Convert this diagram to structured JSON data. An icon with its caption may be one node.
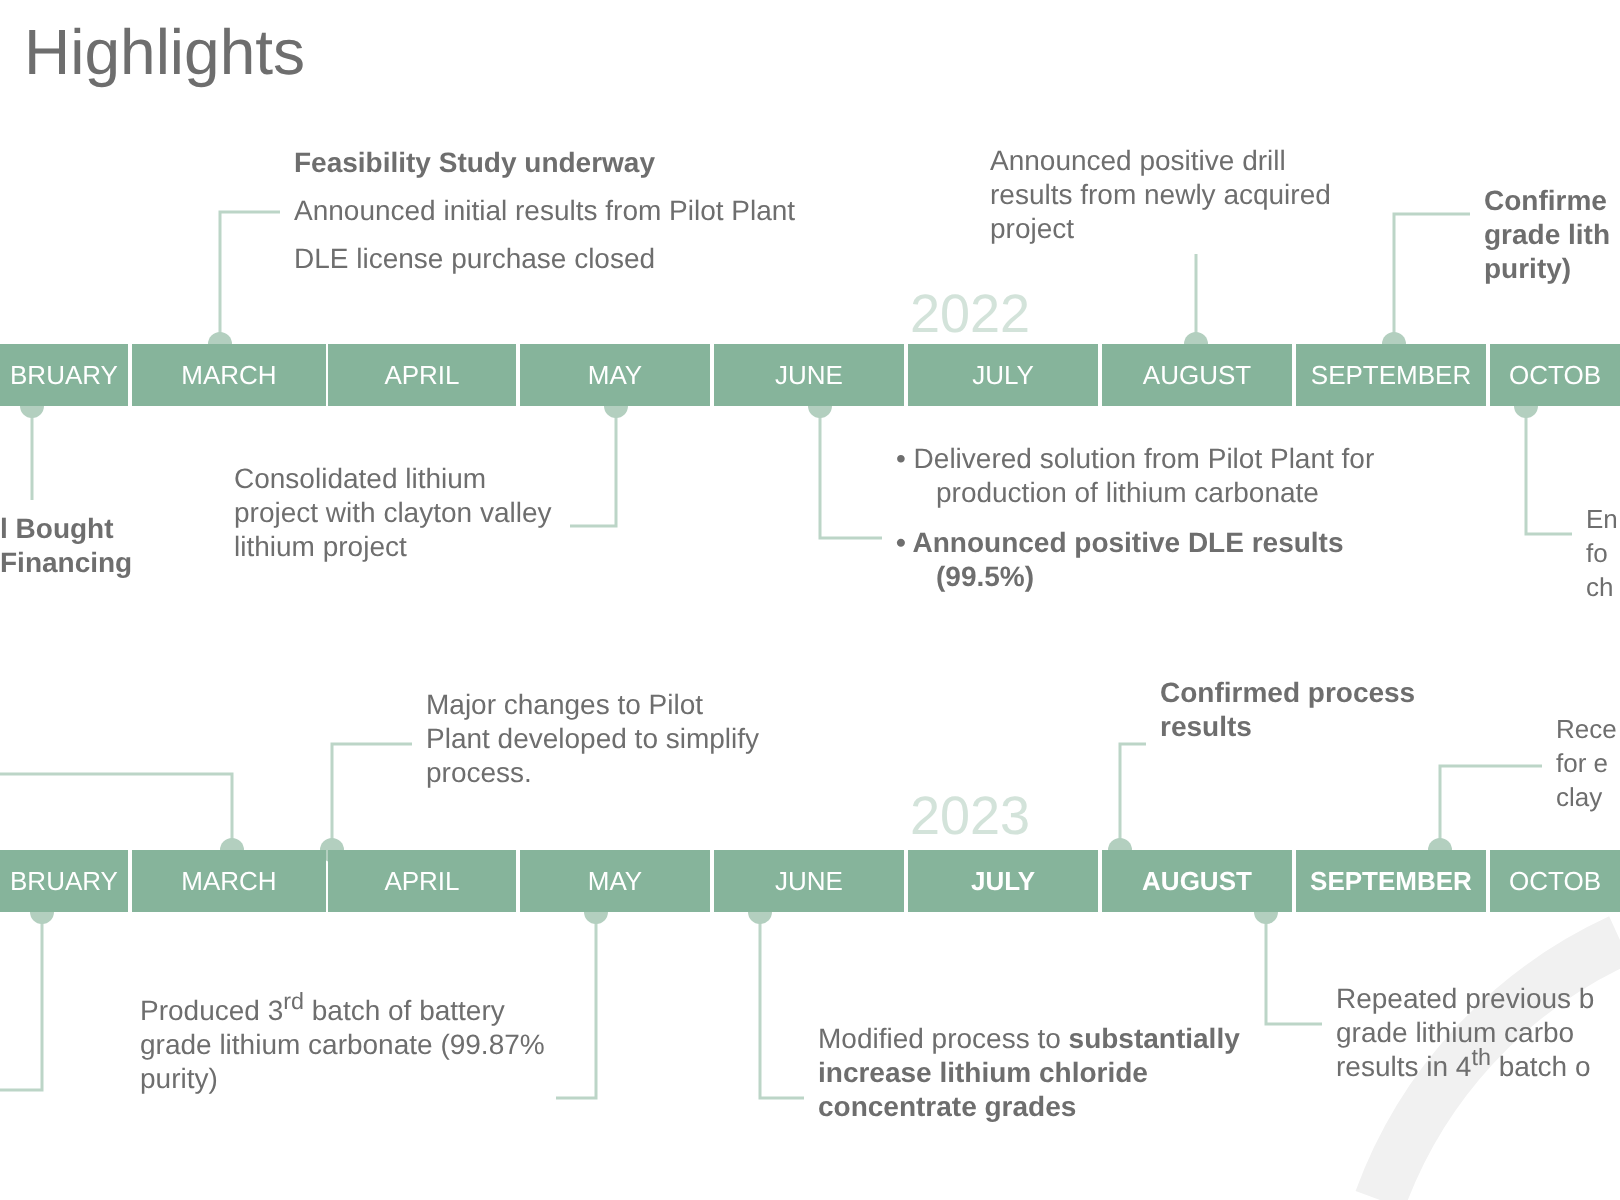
{
  "diagram": {
    "title": "Highlights",
    "nodes": [
      {
        "text": [
          "BRUARY"
        ]
      },
      {
        "text": [
          "MARCH"
        ]
      },
      {
        "text": [
          "APRIL"
        ]
      },
      {
        "text": [
          "MAY"
        ]
      },
      {
        "text": [
          "JUNE"
        ]
      },
      {
        "text": [
          "JULY"
        ]
      },
      {
        "text": [
          "AUGUST"
        ]
      },
      {
        "text": [
          "SEPTEMBER"
        ]
      },
      {
        "text": [
          "OCTOB"
        ]
      },
      {
        "text": [
          "BRUARY"
        ]
      },
      {
        "text": [
          "MARCH"
        ]
      },
      {
        "text": [
          "APRIL"
        ]
      },
      {
        "text": [
          "MAY"
        ]
      },
      {
        "text": [
          "JUNE"
        ]
      },
      {
        "text": [
          "JULY"
        ]
      },
      {
        "text": [
          "AUGUST"
        ]
      },
      {
        "text": [
          "SEPTEMBER"
        ]
      },
      {
        "text": [
          "OCTOB"
        ]
      },
      {
        "text": [
          "Feasibility Study underway",
          "Announced initial results from Pilot Plant",
          "DLE license purchase closed"
        ]
      },
      {
        "text": [
          "Announced positive drill results from newly acquired project"
        ]
      },
      {
        "text": [
          "Confirme grade lith purity)"
        ]
      },
      {
        "text": [
          "l Bought Financing"
        ]
      },
      {
        "text": [
          "Consolidated lithium project with clayton valley lithium project"
        ]
      },
      {
        "text": [
          "• Delivered solution from Pilot Plant for production of lithium carbonate",
          "• Announced positive DLE results (99.5%)"
        ]
      },
      {
        "text": [
          "En fo ch"
        ]
      },
      {
        "text": [
          "Major changes to Pilot Plant developed to simplify process."
        ]
      },
      {
        "text": [
          "Confirmed process results"
        ]
      },
      {
        "text": [
          "Rece for e clay"
        ]
      },
      {
        "text": [
          "Produced 3$^{rd}$ batch of battery grade lithium carbonate (99.87% purity)"
        ]
      },
      {
        "text": [
          "Modified process to **substantially increase lithium chloride concentrate grades**"
        ]
      },
      {
        "text": [
          "Repeated previous b grade lithium carbo results in 4$^{th}$ batch o"
        ]
      }
    ],
    "edges": [
      {
        "from": 1,
        "to": 18,
        "arrow": "other"
      },
      {
        "from": 6,
        "to": 19,
        "arrow": "other"
      },
      {
        "from": 7,
        "to": 20,
        "arrow": "other"
      },
      {
        "from": 0,
        "to": 21,
        "arrow": "other"
      },
      {
        "from": 3,
        "to": 22,
        "arrow": "other"
      },
      {
        "from": 4,
        "to": 23,
        "arrow": "other"
      },
      {
        "from": 8,
        "to": 24,
        "arrow": "other"
      },
      {
        "from": 10,
        "to": null,
        "arrow": "other"
      },
      {
        "from": 11,
        "to": 25,
        "arrow": "other"
      },
      {
        "from": 15,
        "to": 26,
        "arrow": "other"
      },
      {
        "from": 16,
        "to": 27,
        "arrow": "other"
      },
      {
        "from": 9,
        "to": null,
        "arrow": "other"
      },
      {
        "from": 12,
        "to": 28,
        "arrow": "other"
      },
      {
        "from": 13,
        "to": 29,
        "arrow": "other"
      },
      {
        "from": 15,
        "to": 30,
        "arrow": "other"
      }
    ],
    "labels": [
      "2022",
      "2023"
    ]
  }
}
